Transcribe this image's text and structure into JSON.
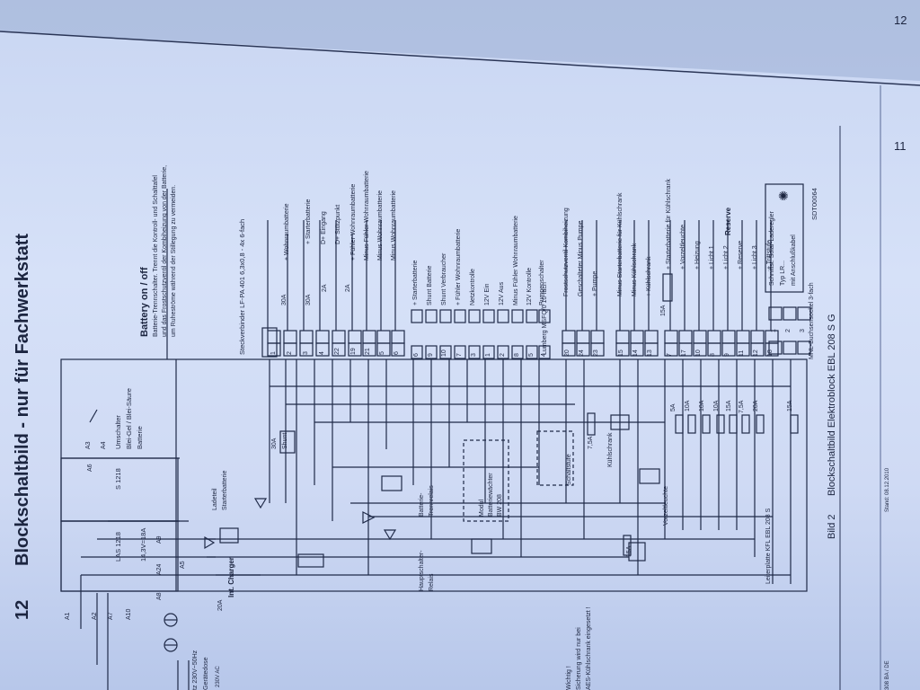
{
  "header": {
    "page_number": "12",
    "title": "Blockschaltbild - nur für Fachwerkstatt"
  },
  "page_marks": {
    "right_top": "12",
    "right_bottom": "11"
  },
  "battery_note": {
    "title": "Battery on / off",
    "text1": "Batterie-Trennschalter. Trennt die Kontroll- und Schalttafel",
    "text2": "und das Frostschutzventil der Kombiheizung von der Batterie,",
    "text3": "um Ruheströme während der Stillegung zu vermeiden."
  },
  "connector1": {
    "title": "Steckverbinder LF-PA 401 6,3x0,8 - 4x 6-fach",
    "pins": [
      "1",
      "2",
      "3",
      "4",
      "22",
      "19",
      "21",
      "5",
      "6"
    ],
    "labels": [
      "+ Wohnraumbatterie",
      "+ Starterbatterie",
      "D+ Eingang",
      "D+ Stützpunkt",
      "+ Fühler Wohnraumbatterie",
      "Minus Fühler Wohnraumbatterie",
      "Minus Wohnraumbatterie",
      "Minus Wohnraumbatterie"
    ],
    "fuses": [
      "30A",
      "30A",
      "2A",
      "2A"
    ]
  },
  "connector2": {
    "title": "Lumberg MSFQ/0 10-fach",
    "pins": [
      "6",
      "9",
      "10",
      "7",
      "3",
      "1",
      "2",
      "8",
      "5",
      "4"
    ],
    "labels": [
      "+ Starterbatterie",
      "Shunt Batterie",
      "Shunt Verbraucher",
      "+ Fühler Wohnraumbatterie",
      "Netzkontrolle",
      "12V Ein",
      "12V Aus",
      "Minus Fühler Wohnraumbatterie",
      "12V Kontrolle",
      "Pumpenschalter"
    ]
  },
  "connector3": {
    "pins": [
      "20",
      "24",
      "23"
    ],
    "labels": [
      "Frostschutzventil Kombiheizung",
      "Geschalteter Minus Pumpe",
      "+ Pumpe"
    ]
  },
  "connector4": {
    "pins": [
      "15",
      "14",
      "13"
    ],
    "labels": [
      "Minus Starterbatterie für Kühlschrank",
      "Minus Kühlschrank",
      "+ Kühlschrank"
    ]
  },
  "connector5": {
    "pins": [
      "7",
      "17",
      "10",
      "8",
      "9",
      "11",
      "12",
      "18"
    ],
    "labels": [
      "+ Starterbatterie für Kühlschrank",
      "+ Vorzeltleuchte",
      "+ Heizung",
      "+ Licht 1",
      "+ Licht 2",
      "+ Reserve",
      "+ Licht 3",
      "+ Trittstufe"
    ],
    "fuse": "15A",
    "reserve_label": "Reserve"
  },
  "connector6": {
    "title": "MNL-Buchsensockel 3-fach",
    "pins": [
      "1",
      "2",
      "3"
    ],
    "solar1": "Schnittst. Solar-Laderegler",
    "solar2": "Typ LR...",
    "solar3": "mit Anschlußkabel"
  },
  "doc_code": "SDT00064",
  "board_fuses": [
    "5A",
    "10A",
    "10A",
    "10A",
    "15A",
    "7,5A",
    "20A"
  ],
  "board": {
    "las": "LAS 1218",
    "s": "S 1218",
    "rating": "14,3V=18A",
    "umschalter1": "Umschalter",
    "umschalter2": "Blei-Gel / Blei-Säure",
    "umschalter3": "Batterie",
    "ladeteil1": "Ladeteil",
    "ladeteil2": "Starterbatterie",
    "shunt_fuse": "30A",
    "shunt": "Shunt",
    "trenn1": "Batterie-",
    "trenn2": "Trennrelais",
    "haupt1": "Hauptschalter-",
    "haupt2": "Relais",
    "modul1": "Modul",
    "modul2": "Batteriewächter",
    "modul3": "BW 208",
    "schaltstufe": "Schaltstufe",
    "fuse75": "7,5A",
    "kuehlschrank": "Kühlschrank",
    "vorzelt": "Vorzeltleuchte",
    "fuse15": "15A",
    "fuse15b": "15A",
    "charger": "Int. Charger",
    "fuse20": "20A",
    "leiterplatte": "Leiterplatte KFL EBL 208 S",
    "a_labels": [
      "A1",
      "A2",
      "A3",
      "A4",
      "A5",
      "A6",
      "A7",
      "A8",
      "A9",
      "A10",
      "A24"
    ]
  },
  "mains": {
    "line1": "tz 230V~50Hz",
    "line2": "Gerätedose",
    "line3": "230V AC"
  },
  "warning": {
    "line1": "Wichtig !",
    "line2": "Sicherung wird nur bei",
    "line3": "AES-Kühlschrank eingesetzt !"
  },
  "caption": {
    "bild": "Bild 2",
    "text": "Blockschaltbild Elektroblock EBL 208 S G"
  },
  "footer": {
    "code": "308 BA / DE",
    "stand": "Stand: 08.12.2010"
  }
}
